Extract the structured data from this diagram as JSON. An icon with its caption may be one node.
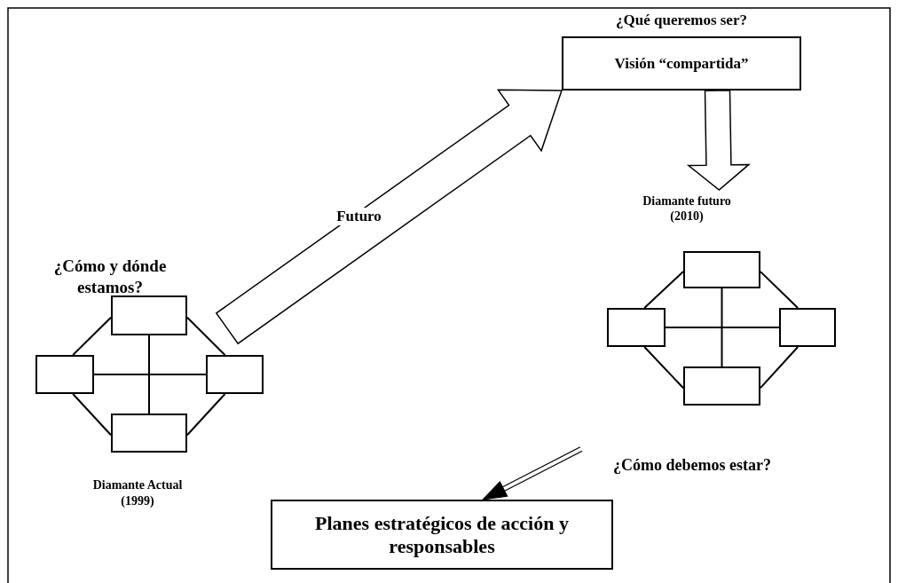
{
  "diagram": {
    "nodes": [
      {
        "text": [
          "¿Qué queremos ser?",
          "Visión “compartida”"
        ]
      },
      {
        "text": [
          "Diamante futuro (2010)"
        ]
      },
      {
        "text": [],
        "shape": "box"
      },
      {
        "text": [],
        "shape": "box"
      },
      {
        "text": [],
        "shape": "box"
      },
      {
        "text": [],
        "shape": "box"
      },
      {
        "text": [],
        "shape": "box"
      },
      {
        "text": [],
        "shape": "box"
      },
      {
        "text": [],
        "shape": "box"
      },
      {
        "text": [],
        "shape": "box"
      },
      {
        "text": [
          "¿Cómo debemos estar?"
        ]
      },
      {
        "text": [
          "Planes estratégicos de acción y responsables"
        ]
      }
    ],
    "edges": [
      {
        "from": null,
        "to": 0,
        "arrow": "to",
        "label": "Futuro",
        "style": "thick"
      },
      {
        "from": 0,
        "to": 1,
        "arrow": "to",
        "style": "thick"
      },
      {
        "from": 2,
        "to": 3,
        "arrow": "none"
      },
      {
        "from": 2,
        "to": 4,
        "arrow": "none"
      },
      {
        "from": 3,
        "to": 5,
        "arrow": "none"
      },
      {
        "from": 4,
        "to": 5,
        "arrow": "none"
      },
      {
        "from": 2,
        "to": 5,
        "arrow": "none"
      },
      {
        "from": 3,
        "to": 4,
        "arrow": "none"
      },
      {
        "from": 6,
        "to": 7,
        "arrow": "none"
      },
      {
        "from": 6,
        "to": 8,
        "arrow": "none"
      },
      {
        "from": 7,
        "to": 9,
        "arrow": "none"
      },
      {
        "from": 8,
        "to": 9,
        "arrow": "none"
      },
      {
        "from": 6,
        "to": 9,
        "arrow": "none"
      },
      {
        "from": 7,
        "to": 8,
        "arrow": "none"
      },
      {
        "from": 10,
        "to": 11,
        "arrow": "to"
      }
    ],
    "labels": [
      "¿Cómo y dónde estamos?",
      "Diamante Actual (1999)"
    ]
  }
}
